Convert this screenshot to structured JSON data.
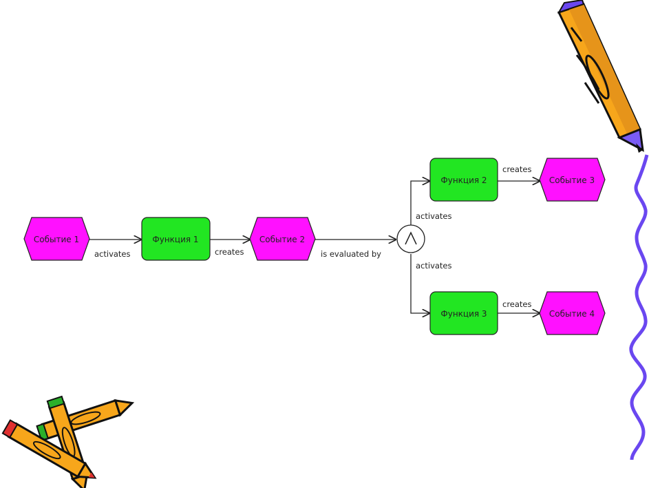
{
  "colors": {
    "event": "#ff11ff",
    "function": "#22e622",
    "edge": "#222222",
    "clipart_blue": "#6a47f0",
    "pencil_yellow": "#f7a61b",
    "pencil_tip": "#7a5cf5"
  },
  "diagram": {
    "nodes": {
      "event1": {
        "label": "Событие 1",
        "kind": "event"
      },
      "func1": {
        "label": "Функция 1",
        "kind": "function"
      },
      "event2": {
        "label": "Событие 2",
        "kind": "event"
      },
      "connector": {
        "symbol": "^",
        "kind": "and-connector"
      },
      "func2": {
        "label": "Функция 2",
        "kind": "function"
      },
      "func3": {
        "label": "Функция 3",
        "kind": "function"
      },
      "event3": {
        "label": "Событие 3",
        "kind": "event"
      },
      "event4": {
        "label": "Событие 4",
        "kind": "event"
      }
    },
    "edges": {
      "e1": {
        "label": "activates"
      },
      "e2": {
        "label": "creates"
      },
      "e3": {
        "label": "is evaluated by"
      },
      "e4": {
        "label": "activates"
      },
      "e5": {
        "label": "activates"
      },
      "e6": {
        "label": "creates"
      },
      "e7": {
        "label": "creates"
      }
    }
  }
}
